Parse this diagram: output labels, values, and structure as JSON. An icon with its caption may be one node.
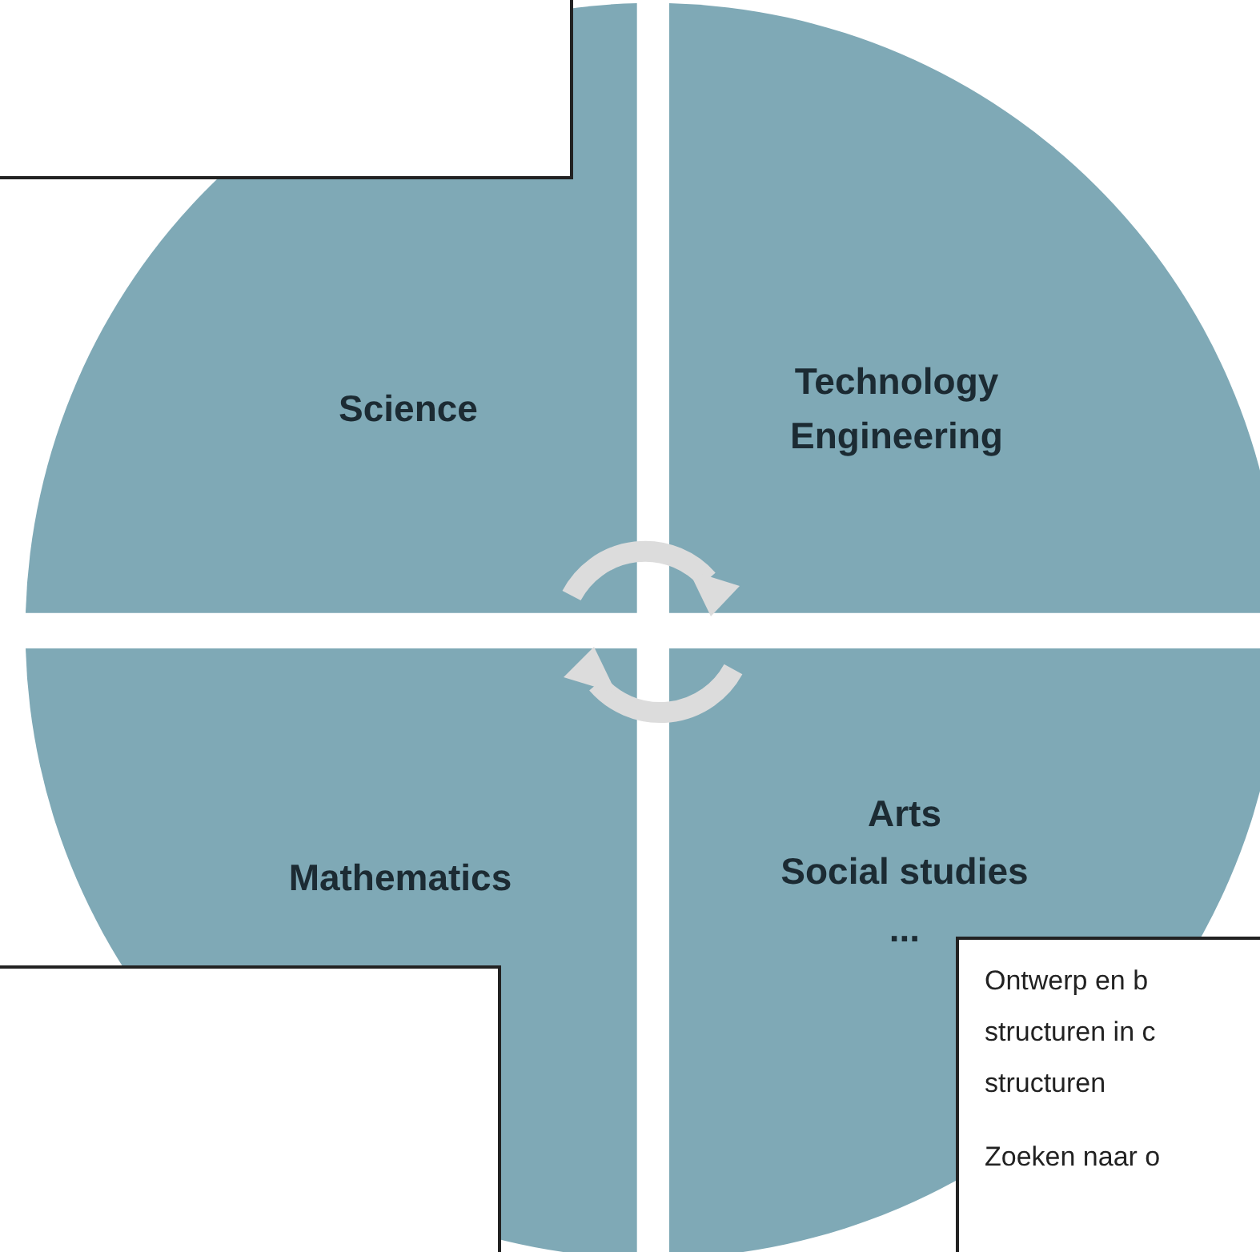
{
  "diagram": {
    "nodes": [
      {
        "text": [
          "Science"
        ]
      },
      {
        "text": [
          "Technology Engineering"
        ]
      },
      {
        "text": [
          "Mathematics"
        ]
      },
      {
        "text": [
          "Arts",
          "Social studies",
          "..."
        ]
      },
      {
        "text": [],
        "shape": "box"
      },
      {
        "text": [],
        "shape": "box"
      },
      {
        "text": [
          "Ontwerp en b structuren in c structuren",
          "Zoeken naar o"
        ]
      }
    ],
    "edges": []
  }
}
